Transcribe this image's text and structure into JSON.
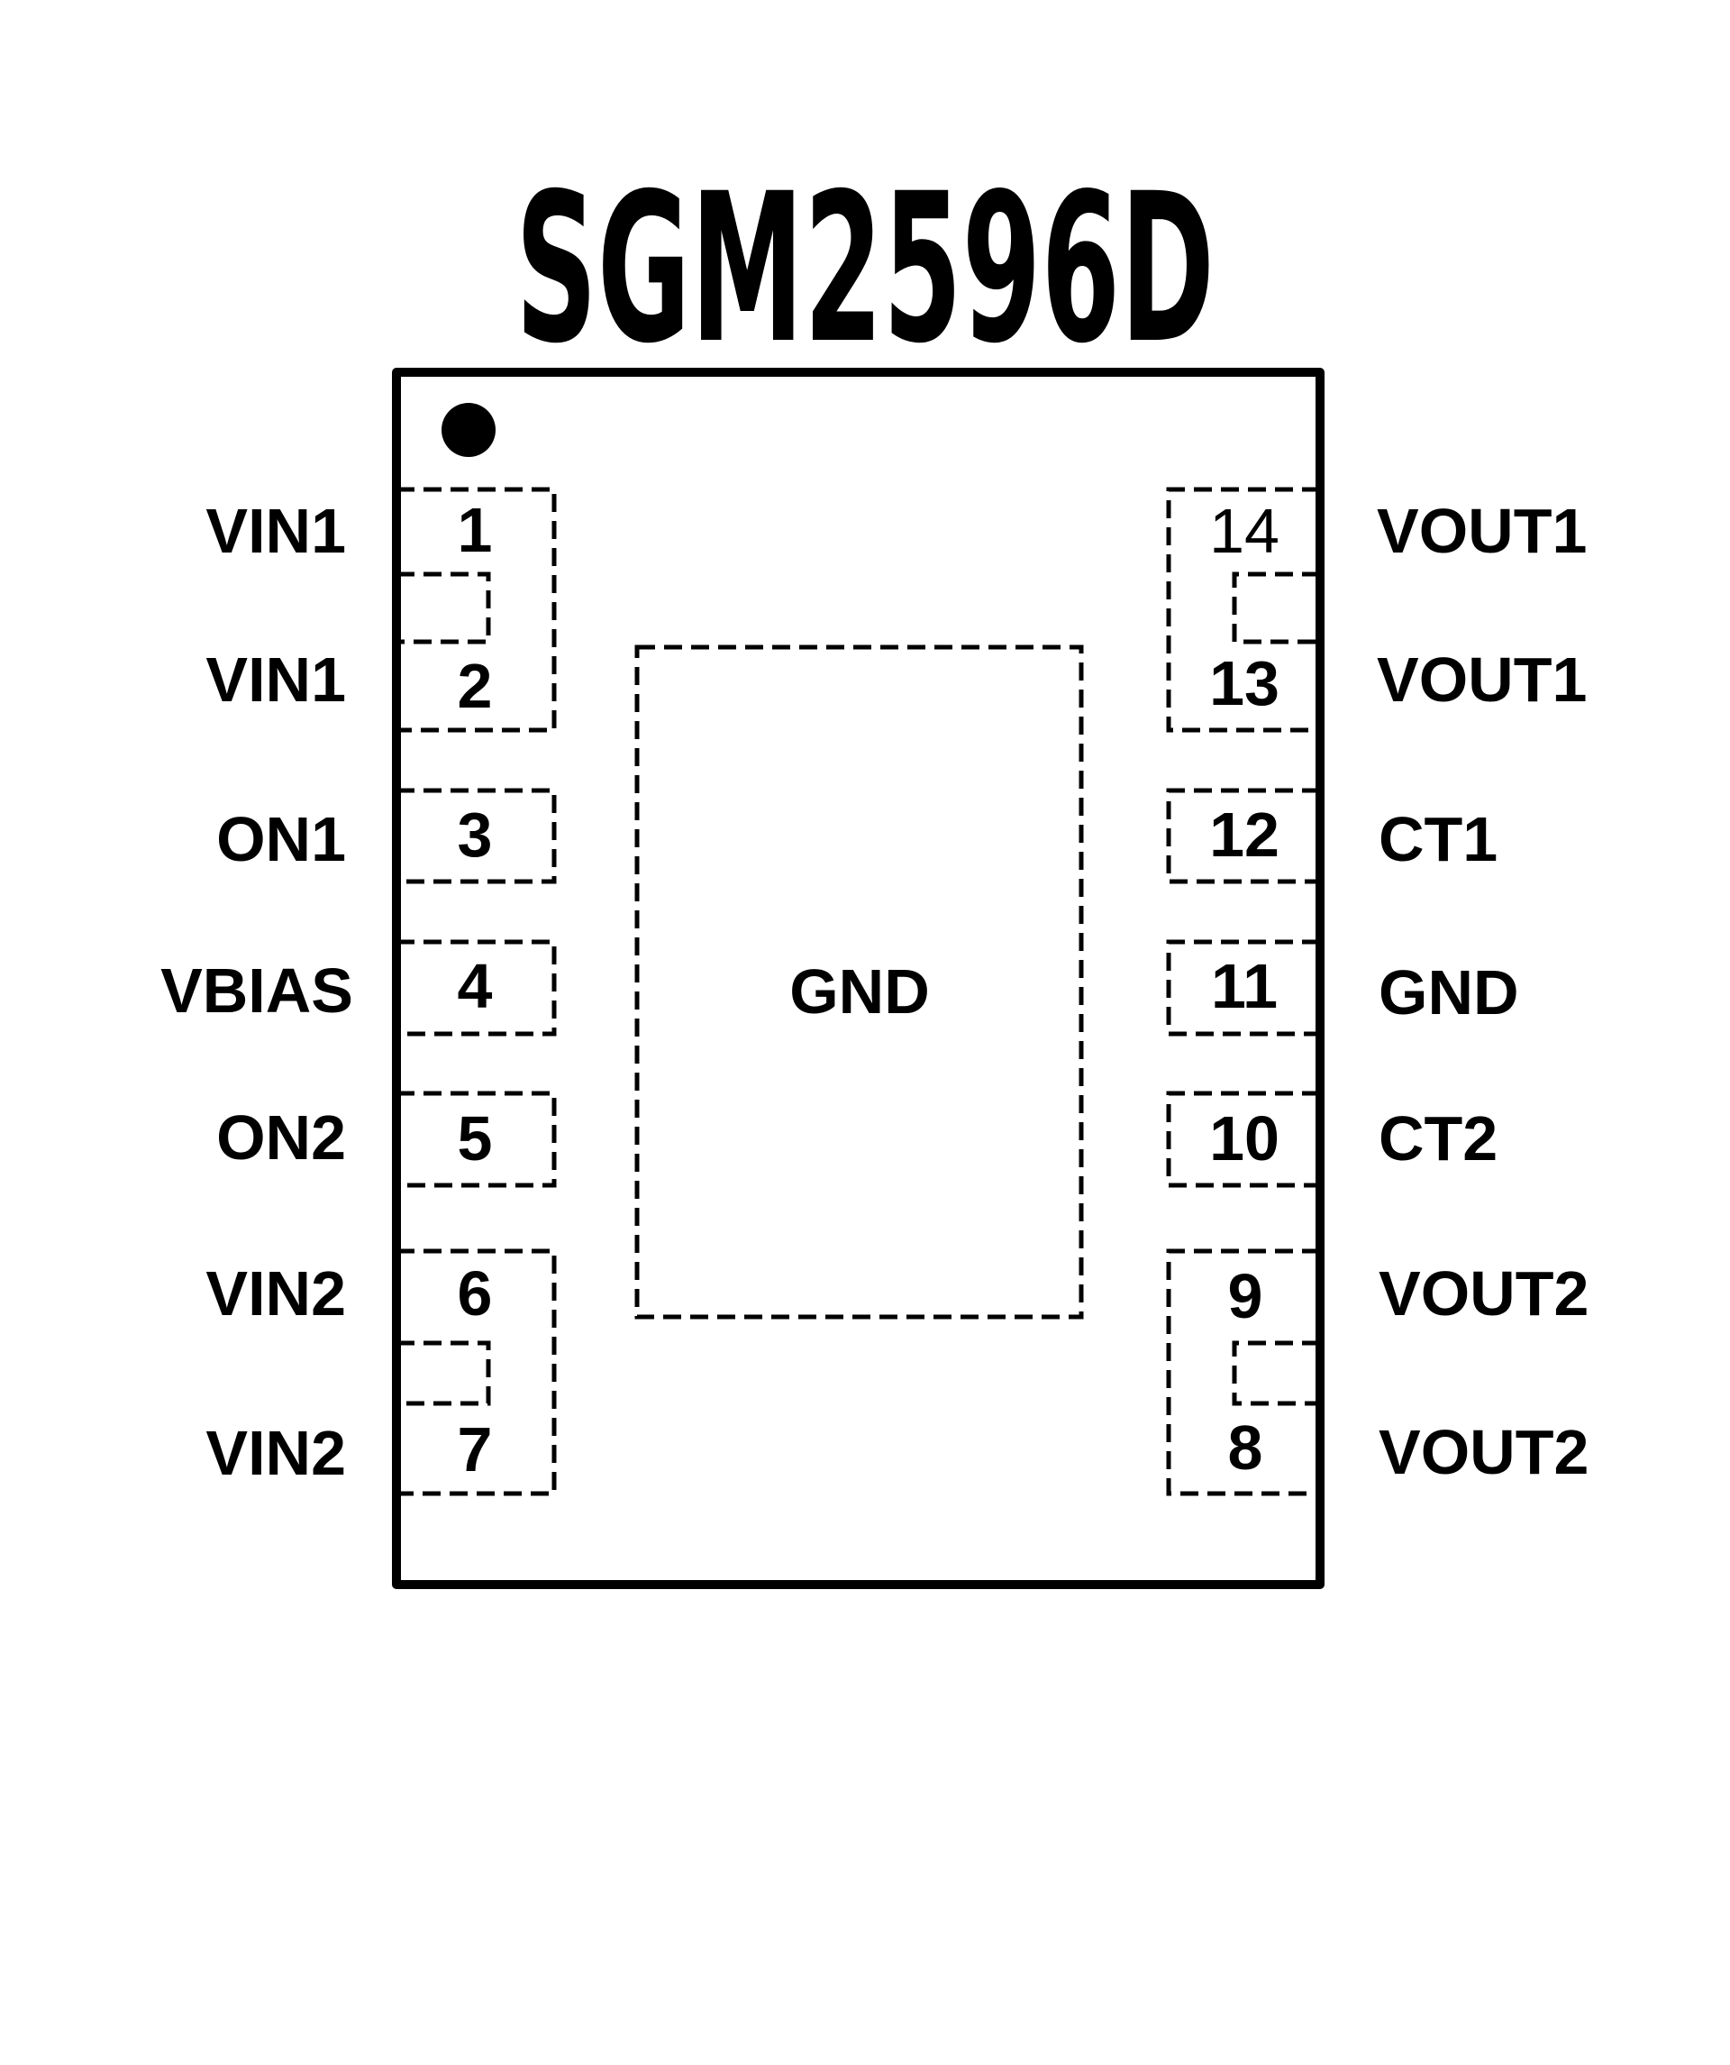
{
  "title": "SGM2596D",
  "package": {
    "pin1_marker_icon": "pin1-indicator-dot",
    "exposed_pad": {
      "label": "GND"
    },
    "left_pins": [
      {
        "number": "1",
        "name": "VIN1"
      },
      {
        "number": "2",
        "name": "VIN1"
      },
      {
        "number": "3",
        "name": "ON1"
      },
      {
        "number": "4",
        "name": "VBIAS"
      },
      {
        "number": "5",
        "name": "ON2"
      },
      {
        "number": "6",
        "name": "VIN2"
      },
      {
        "number": "7",
        "name": "VIN2"
      }
    ],
    "right_pins": [
      {
        "number": "14",
        "name": "VOUT1"
      },
      {
        "number": "13",
        "name": "VOUT1"
      },
      {
        "number": "12",
        "name": "CT1"
      },
      {
        "number": "11",
        "name": "GND"
      },
      {
        "number": "10",
        "name": "CT2"
      },
      {
        "number": "9",
        "name": "VOUT2"
      },
      {
        "number": "8",
        "name": "VOUT2"
      }
    ]
  }
}
